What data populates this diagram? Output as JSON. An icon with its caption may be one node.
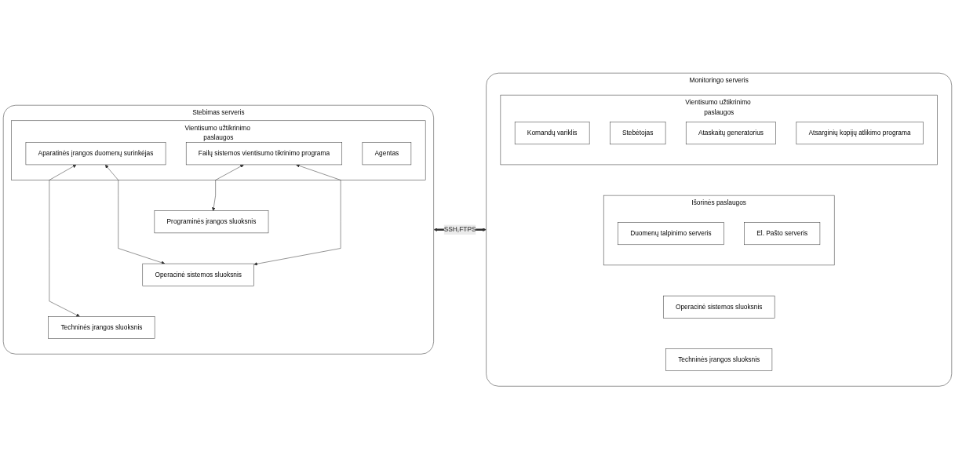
{
  "diagram": {
    "nodes": [
      {
        "text": [
          "Stebimas serveris"
        ]
      },
      {
        "text": [
          "Vientisumo užtikrinimo paslaugos"
        ],
        "in": 0
      },
      {
        "text": [
          "Aparatinės įrangos duomenų surinkėjas"
        ],
        "in": 1
      },
      {
        "text": [
          "Failų sistemos vientisumo tikrinimo programa"
        ],
        "in": 1
      },
      {
        "text": [
          "Agentas"
        ],
        "in": 1
      },
      {
        "text": [
          "Programinės įrangos sluoksnis"
        ],
        "in": 0
      },
      {
        "text": [
          "Operacinė sistemos sluoksnis"
        ],
        "in": 0
      },
      {
        "text": [
          "Techninės įrangos sluoksnis"
        ],
        "in": 0
      },
      {
        "text": [
          "Monitoringo serveris"
        ]
      },
      {
        "text": [
          "Vientisumo užtikrinimo paslaugos"
        ],
        "in": 8
      },
      {
        "text": [
          "Komandų variklis"
        ],
        "in": 9
      },
      {
        "text": [
          "Stebėtojas"
        ],
        "in": 9
      },
      {
        "text": [
          "Ataskaitų generatorius"
        ],
        "in": 9
      },
      {
        "text": [
          "Atsarginių kopijų atlikimo programa"
        ],
        "in": 9
      },
      {
        "text": [
          "Išorinės paslaugos"
        ],
        "in": 8
      },
      {
        "text": [
          "Duomenų talpinimo serveris"
        ],
        "in": 14
      },
      {
        "text": [
          "El. Pašto serveris"
        ],
        "in": 14
      },
      {
        "text": [
          "Operacinė sistemos sluoksnis"
        ],
        "in": 8
      },
      {
        "text": [
          "Techninės įrangos sluoksnis"
        ],
        "in": 8
      }
    ],
    "edges": [
      {
        "from": 2,
        "to": 7,
        "arrow": "both"
      },
      {
        "from": 2,
        "to": 6,
        "arrow": "both"
      },
      {
        "from": 3,
        "to": 5,
        "arrow": "both"
      },
      {
        "from": 3,
        "to": 6,
        "arrow": "both"
      },
      {
        "from": 0,
        "to": 8,
        "arrow": "both",
        "label": "SSH,FTPS",
        "style": "thick"
      }
    ]
  }
}
